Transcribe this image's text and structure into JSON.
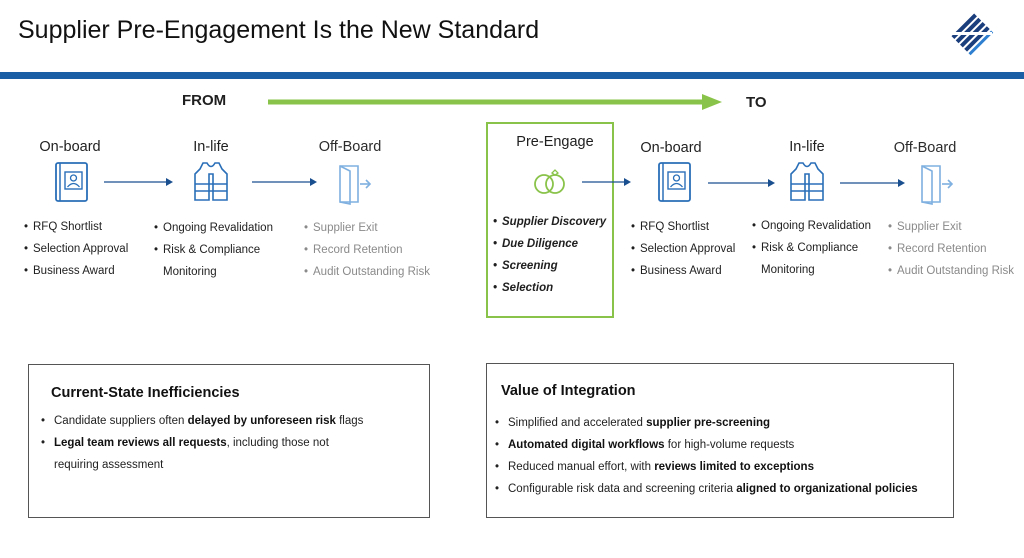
{
  "title": "Supplier Pre-Engagement Is the New Standard",
  "colors": {
    "accent_blue": "#1a5fa6",
    "green": "#8ac34a",
    "icon_blue": "#2a6fb8",
    "grey_text": "#8a8a8a"
  },
  "flow": {
    "from_label": "FROM",
    "to_label": "TO"
  },
  "from": {
    "stages": [
      {
        "title": "On-board",
        "icon": "id-book-icon",
        "items": [
          "RFQ Shortlist",
          "Selection Approval",
          "Business Award"
        ]
      },
      {
        "title": "In-life",
        "icon": "life-vest-icon",
        "items": [
          "Ongoing Revalidation",
          "Risk & Compliance",
          "Monitoring"
        ]
      },
      {
        "title": "Off-Board",
        "icon": "exit-door-icon",
        "items": [
          "Supplier Exit",
          "Record Retention",
          "Audit Outstanding Risk"
        ]
      }
    ]
  },
  "to": {
    "pre_engage": {
      "title": "Pre-Engage",
      "icon": "rings-icon",
      "items": [
        "Supplier Discovery",
        "Due Diligence",
        "Screening",
        "Selection"
      ]
    },
    "stages": [
      {
        "title": "On-board",
        "icon": "id-book-icon",
        "items": [
          "RFQ Shortlist",
          "Selection Approval",
          "Business Award"
        ]
      },
      {
        "title": "In-life",
        "icon": "life-vest-icon",
        "items": [
          "Ongoing Revalidation",
          "Risk & Compliance",
          "Monitoring"
        ]
      },
      {
        "title": "Off-Board",
        "icon": "exit-door-icon",
        "items": [
          "Supplier Exit",
          "Record Retention",
          "Audit Outstanding Risk"
        ]
      }
    ]
  },
  "current_state": {
    "title": "Current-State Inefficiencies",
    "b1_pre": "Candidate suppliers often ",
    "b1_bold": "delayed by unforeseen risk",
    "b1_post": " flags",
    "b2_bold": "Legal team reviews all requests",
    "b2_post": ", including those not",
    "b2_cont": "requiring assessment"
  },
  "value": {
    "title": "Value of Integration",
    "b1_pre": "Simplified and accelerated ",
    "b1_bold": "supplier pre-screening",
    "b2_bold": "Automated digital workflows",
    "b2_post": " for high-volume requests",
    "b3_pre": "Reduced manual effort, with ",
    "b3_bold": "reviews limited to exceptions",
    "b4_pre": "Configurable risk data and screening criteria ",
    "b4_bold": "aligned to organizational policies"
  }
}
